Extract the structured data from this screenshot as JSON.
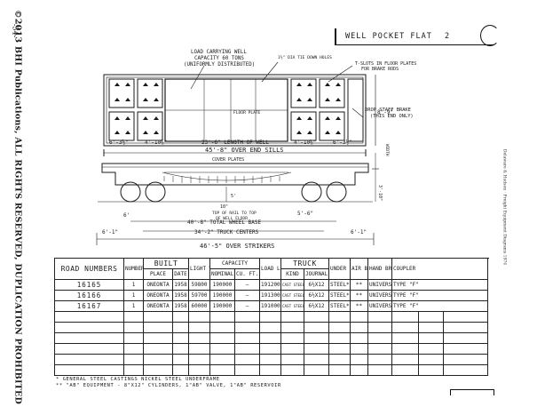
{
  "page_number": "-54-",
  "copyright": "©2013 BHI Publications, ALL RIGHTS RESERVED, DUPLICATION PROHIBITED",
  "running_header": "Delaware & Hudson  ·  Freight Equipment Diagrams 1974",
  "title": "WELL POCKET  FLAT",
  "sheet_number": "2",
  "labels": {
    "load_capacity": "LOAD CARRYING WELL",
    "load_capacity2": "CAPACITY 60 TONS",
    "load_capacity3": "(UNIFORMLY DISTRIBUTED)",
    "tie_down": "1½\" DIA TIE DOWN HOLES",
    "t_slots": "T-SLOTS IN FLOOR PLATES",
    "t_slots2": "FOR BRAKE RODS",
    "drop_staff": "DROP STAFF BRAKE",
    "drop_staff2": "(THIS END ONLY)",
    "floor_plate": "FLOOR PLATE",
    "dim_6_3_left": "6'-3½\"",
    "dim_4_10_left": "4'-10⅜\"",
    "dim_23_6": "23'-6\" LENGTH OF WELL",
    "dim_4_10_right": "4'-10⅜\"",
    "dim_6_3_right": "6'-3½\"",
    "width_8_9": "8'-9\"",
    "side_width": "WIDTH",
    "over_end_sills": "45'-8\" OVER END SILLS",
    "cover_plates": "COVER PLATES",
    "dim_5_a": "5'",
    "dim_10": "10\"",
    "top_rail": "TOP OF RAIL TO TOP",
    "top_rail2": "OF WELL FLOOR",
    "dim_5_6": "5'-6\"",
    "dim_6_left": "6'",
    "wheel_base": "40'-8\" TOTAL WHEEL BASE",
    "height_3_10": "3'-10\"",
    "truck_centers": "34'-2\" TRUCK CENTERS",
    "dim_6_1": "6'-1\"",
    "dim_6_1_r": "6'-1\"",
    "over_strikers": "46'-5\" OVER STRIKERS"
  },
  "table": {
    "headers": {
      "road_numbers": "ROAD NUMBERS",
      "number_of_cars": "NUMBER OF CARS",
      "built": "BUILT",
      "place": "PLACE",
      "date": "DATE",
      "light_weight": "LIGHT WEIGHT",
      "capacity": "CAPACITY",
      "nominal": "NOMINAL",
      "cu_ft": "CU. FT.",
      "load_limit": "LOAD LIMIT",
      "truck": "TRUCK",
      "kind": "KIND",
      "journal": "JOURNAL",
      "under_frame": "UNDER FRAME",
      "air_brake": "AIR BRAKE",
      "hand_brake": "HAND BRAKE",
      "coupler": "COUPLER"
    },
    "rows": [
      {
        "road": "16165",
        "cars": "1",
        "place": "ONEONTA",
        "date": "1958",
        "weight": "59800",
        "nominal": "190000",
        "cuft": "—",
        "limit": "191200",
        "kind": "CAST STEEL",
        "journal": "6½X12",
        "frame": "STEEL*",
        "air": "**",
        "hand": "UNIVERSAL",
        "coupler": "TYPE \"F\""
      },
      {
        "road": "16166",
        "cars": "1",
        "place": "ONEONTA",
        "date": "1958",
        "weight": "59700",
        "nominal": "190000",
        "cuft": "—",
        "limit": "191300",
        "kind": "CAST STEEL",
        "journal": "6½X12",
        "frame": "STEEL*",
        "air": "**",
        "hand": "UNIVERSAL",
        "coupler": "TYPE \"F\""
      },
      {
        "road": "16167",
        "cars": "1",
        "place": "ONEONTA",
        "date": "1958",
        "weight": "60000",
        "nominal": "190000",
        "cuft": "—",
        "limit": "191000",
        "kind": "CAST STEEL",
        "journal": "6½X12",
        "frame": "STEEL*",
        "air": "**",
        "hand": "UNIVERSAL",
        "coupler": "TYPE \"F\""
      }
    ],
    "empty_rows": 6
  },
  "notes": {
    "note1": "* GENERAL STEEL CASTINGS NICKEL STEEL UNDERFRAME",
    "note2": "** \"AB\" EQUIPMENT - 8\"X12\" CYLINDERS, 1\"AB\" VALVE, 1\"AB\" RESERVOIR"
  }
}
